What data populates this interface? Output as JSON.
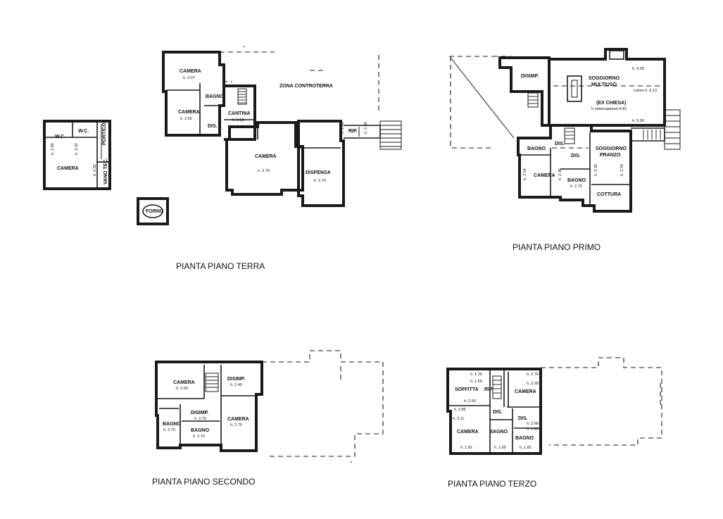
{
  "plans": {
    "terra": {
      "title": "PIANTA PIANO TERRA",
      "rooms": {
        "camera1": "CAMERA",
        "camera1_h": "h. 3.07",
        "bagno": "BAGNO",
        "camera2": "CAMERA",
        "camera2_h": "h. 2.65",
        "dis": "DIS.",
        "cantina": "CANTINA",
        "cantina_h": "h. 3.00",
        "zona": "ZONA CONTROTERRA",
        "camera3": "CAMERA",
        "camera3_h": "h. 2.70",
        "dispensa": "DISPENSA",
        "dispensa_h": "h. 2.70",
        "rip": "RIP.",
        "rip_h1": "h. 2.40",
        "rip_h2": "h. 2.50",
        "wc1": "W.C.",
        "wc2": "W.C.",
        "portico": "PORTICO",
        "camera4": "CAMERA",
        "camera4_h1": "h. 2.65",
        "camera4_h2": "h. 3.32",
        "vano": "VANO TEC.",
        "vano_h": "h. 2.52",
        "forno": "FORNO"
      }
    },
    "primo": {
      "title": "PIANTA PIANO PRIMO",
      "rooms": {
        "disimp": "DISIMP.",
        "soggiorno": "SOGGIORNO",
        "multiuso": "MULTIUSO",
        "exchiesa": "(EX CHIESA)",
        "h_top": "h. 9.09",
        "colmo": "colmo h. 6.13",
        "sottocappa": "h sottocappasa-4.43",
        "h_bottom": "h. 5.09",
        "dis1": "DIS.",
        "dis2": "DIS.",
        "bagno1": "BAGNO",
        "camera": "CAMERA",
        "camera_h": "h. 2.54",
        "bagno2": "BAGNO",
        "bagno2_h": "h. 2.70",
        "bagno2_hv": "h. 2.36",
        "sogg2": "SOGGIORNO",
        "pranzo": "PRANZO",
        "pranzo_h": "h. 3.39",
        "pranzo_h2": "h. 2.76",
        "cottura": "COTTURA"
      }
    },
    "secondo": {
      "title": "PIANTA PIANO SECONDO",
      "rooms": {
        "camera1": "CAMERA",
        "camera1_h": "h. 2.00",
        "disimp1": "DISIMP.",
        "disimp1_h": "h. 2.40",
        "bagno1": "BAGNO",
        "bagno1_h": "h. 2.70",
        "disimp2": "DISIMP.",
        "disimp2_h": "h. 2.70",
        "bagno2": "BAGNO",
        "bagno2_h": "h. 2.70",
        "camera2": "CAMERA",
        "camera2_h": "h. 2.70"
      }
    },
    "terzo": {
      "title": "PIANTA PIANO TERZO",
      "rooms": {
        "h120": "h. 1.20",
        "h159": "h. 1.59",
        "soffitta": "SOFFITTA",
        "rip": "RIP.",
        "h250": "h. 2.50",
        "h285": "h. 2.85",
        "h311": "h. 3.11",
        "h279": "h. 2.79",
        "h339": "h. 3.39",
        "camera1": "CAMERA",
        "dis": "DIS.",
        "dis2": "DIS.",
        "h268": "h. 2.68",
        "h265": "h. 2.65",
        "camera2": "CAMERA",
        "bagno1": "BAGNO",
        "bagno2": "BAGNO",
        "h182a": "h. 1.82",
        "h165": "h. 1.65",
        "h182b": "h. 1.82"
      }
    }
  }
}
